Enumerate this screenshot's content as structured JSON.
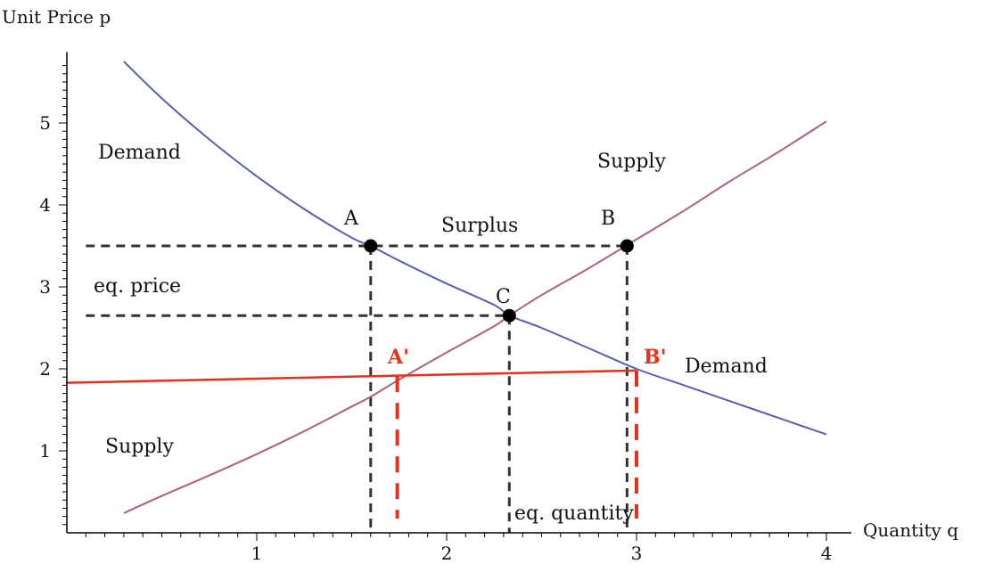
{
  "chart_data": {
    "type": "line",
    "xlabel": "Quantity q",
    "ylabel": "Unit Price p",
    "xlim": [
      0,
      4
    ],
    "ylim": [
      0,
      5.8
    ],
    "xticks": [
      1,
      2,
      3,
      4
    ],
    "yticks": [
      1,
      2,
      3,
      4,
      5
    ],
    "grid": false,
    "colors": {
      "demand": "#5a5fb0",
      "supply": "#b0607a",
      "tax": "#e8301c",
      "guide": "#333333",
      "point": "#000000"
    },
    "series": [
      {
        "key": "demand",
        "x": [
          0.3,
          0.5,
          0.75,
          1.0,
          1.25,
          1.5,
          1.6,
          1.75,
          2.0,
          2.25,
          2.33,
          2.5,
          2.75,
          3.0,
          3.25,
          3.5,
          3.75,
          4.0
        ],
        "y": [
          5.75,
          5.3,
          4.8,
          4.35,
          3.95,
          3.6,
          3.5,
          3.32,
          3.04,
          2.78,
          2.65,
          2.5,
          2.25,
          2.0,
          1.8,
          1.6,
          1.4,
          1.2
        ]
      },
      {
        "key": "supply",
        "x": [
          0.3,
          0.5,
          0.75,
          1.0,
          1.25,
          1.5,
          1.6,
          1.75,
          2.0,
          2.25,
          2.33,
          2.5,
          2.75,
          3.0,
          3.25,
          3.5,
          3.75,
          4.0
        ],
        "y": [
          0.24,
          0.45,
          0.7,
          0.96,
          1.24,
          1.54,
          1.66,
          1.87,
          2.2,
          2.52,
          2.65,
          2.9,
          3.23,
          3.58,
          3.93,
          4.3,
          4.65,
          5.02
        ]
      },
      {
        "key": "tax",
        "x": [
          0,
          3.0
        ],
        "y": [
          1.83,
          1.98
        ]
      }
    ],
    "points": [
      {
        "label": "A",
        "x": 1.6,
        "y": 3.5
      },
      {
        "label": "B",
        "x": 2.95,
        "y": 3.5
      },
      {
        "label": "C",
        "x": 2.33,
        "y": 2.65
      }
    ],
    "guides": [
      {
        "x1": 0.1,
        "y1": 3.5,
        "x2": 2.95,
        "y2": 3.5
      },
      {
        "x1": 0.1,
        "y1": 2.65,
        "x2": 2.33,
        "y2": 2.65
      },
      {
        "x1": 1.6,
        "y1": 3.5,
        "x2": 1.6,
        "y2": 0
      },
      {
        "x1": 2.95,
        "y1": 3.5,
        "x2": 2.95,
        "y2": 0
      },
      {
        "x1": 2.33,
        "y1": 2.65,
        "x2": 2.33,
        "y2": 0
      }
    ],
    "tax_drops": [
      {
        "label": "A'",
        "x": 1.74,
        "y": 1.91
      },
      {
        "label": "B'",
        "x": 3.0,
        "y": 1.98
      }
    ],
    "annotations": {
      "demand_top": "Demand",
      "supply_top": "Supply",
      "surplus": "Surplus",
      "eq_price": "eq. price",
      "demand_right": "Demand",
      "supply_bottom": "Supply",
      "eq_quantity": "eq. quantity"
    }
  }
}
